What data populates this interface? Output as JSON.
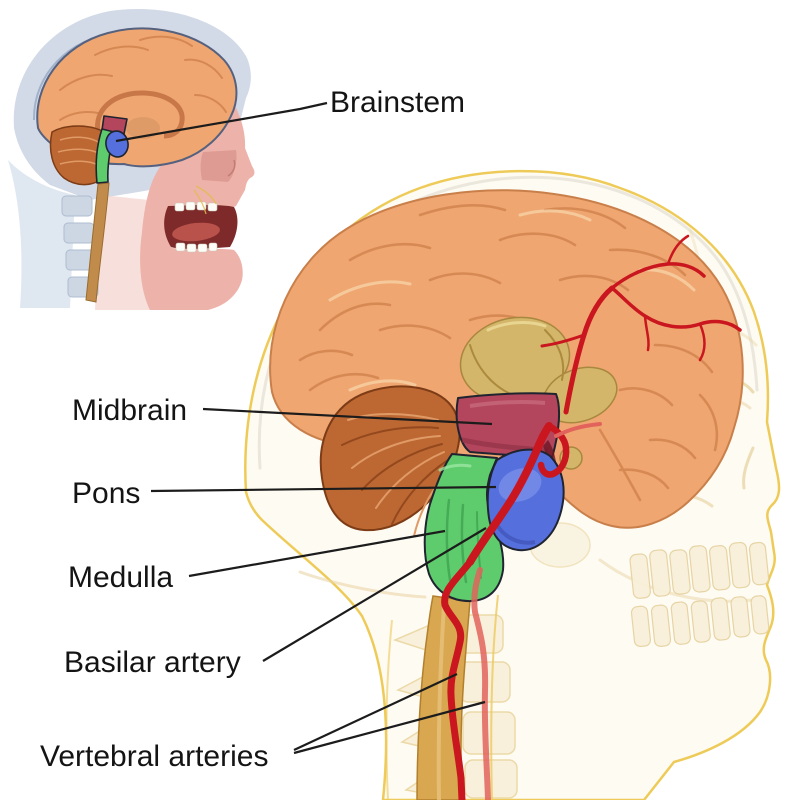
{
  "figure": {
    "labels": {
      "brainstem": "Brainstem",
      "midbrain": "Midbrain",
      "pons": "Pons",
      "medulla": "Medulla",
      "basilar_artery": "Basilar artery",
      "vertebral_arteries": "Vertebral arteries"
    },
    "colors": {
      "midbrain_red": "#b3465c",
      "pons_blue": "#5570dc",
      "medulla_green": "#5ecc6c",
      "artery_red": "#c9161f",
      "artery_faded": "#e2635c",
      "spinal_cord_gold": "#d8a74f",
      "brain_orange": "#efa671",
      "cerebellum_brown": "#bd6833",
      "thalamus_khaki": "#d3b669",
      "head_outline_gold": "#eecb58",
      "bone_cream": "#f8f0db",
      "inset_skull_gray": "#d2dae7",
      "inset_face_pink": "#edb3aa",
      "inset_mouth_dark": "#7e2a2a",
      "label_text": "#141414",
      "leader_line": "#1c1c1c"
    }
  }
}
